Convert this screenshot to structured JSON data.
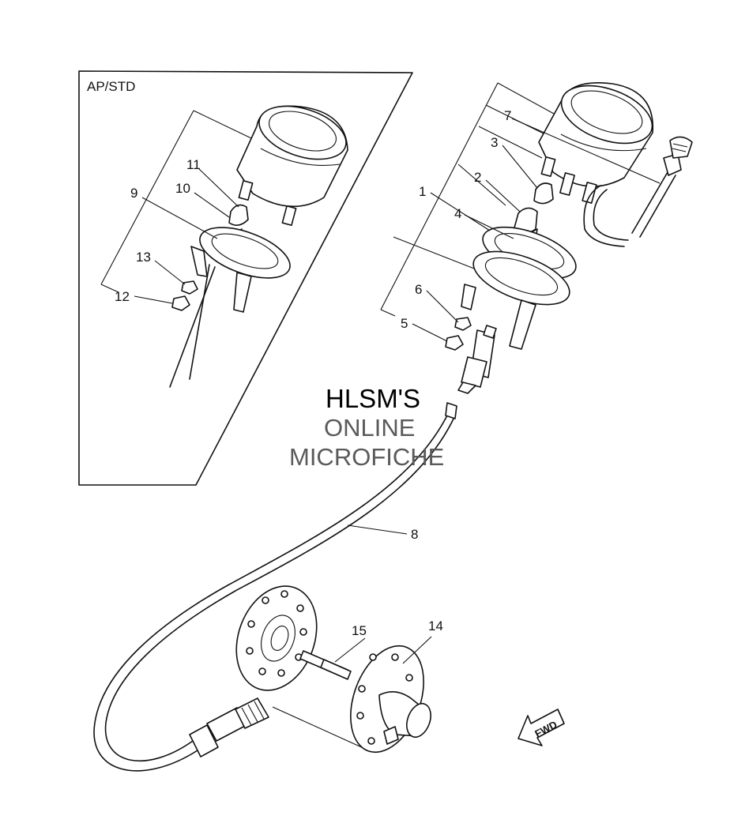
{
  "inset": {
    "title": "AP/STD"
  },
  "callouts": {
    "c1": "1",
    "c2": "2",
    "c3": "3",
    "c4": "4",
    "c5": "5",
    "c6": "6",
    "c7": "7",
    "c8": "8",
    "c9": "9",
    "c10": "10",
    "c11": "11",
    "c12": "12",
    "c13": "13",
    "c14": "14",
    "c15": "15"
  },
  "watermark": {
    "line1": "HLSM'S",
    "line2": "ONLINE",
    "line3": "MICROFICHE"
  },
  "fwd_arrow": {
    "label": "FWD"
  }
}
